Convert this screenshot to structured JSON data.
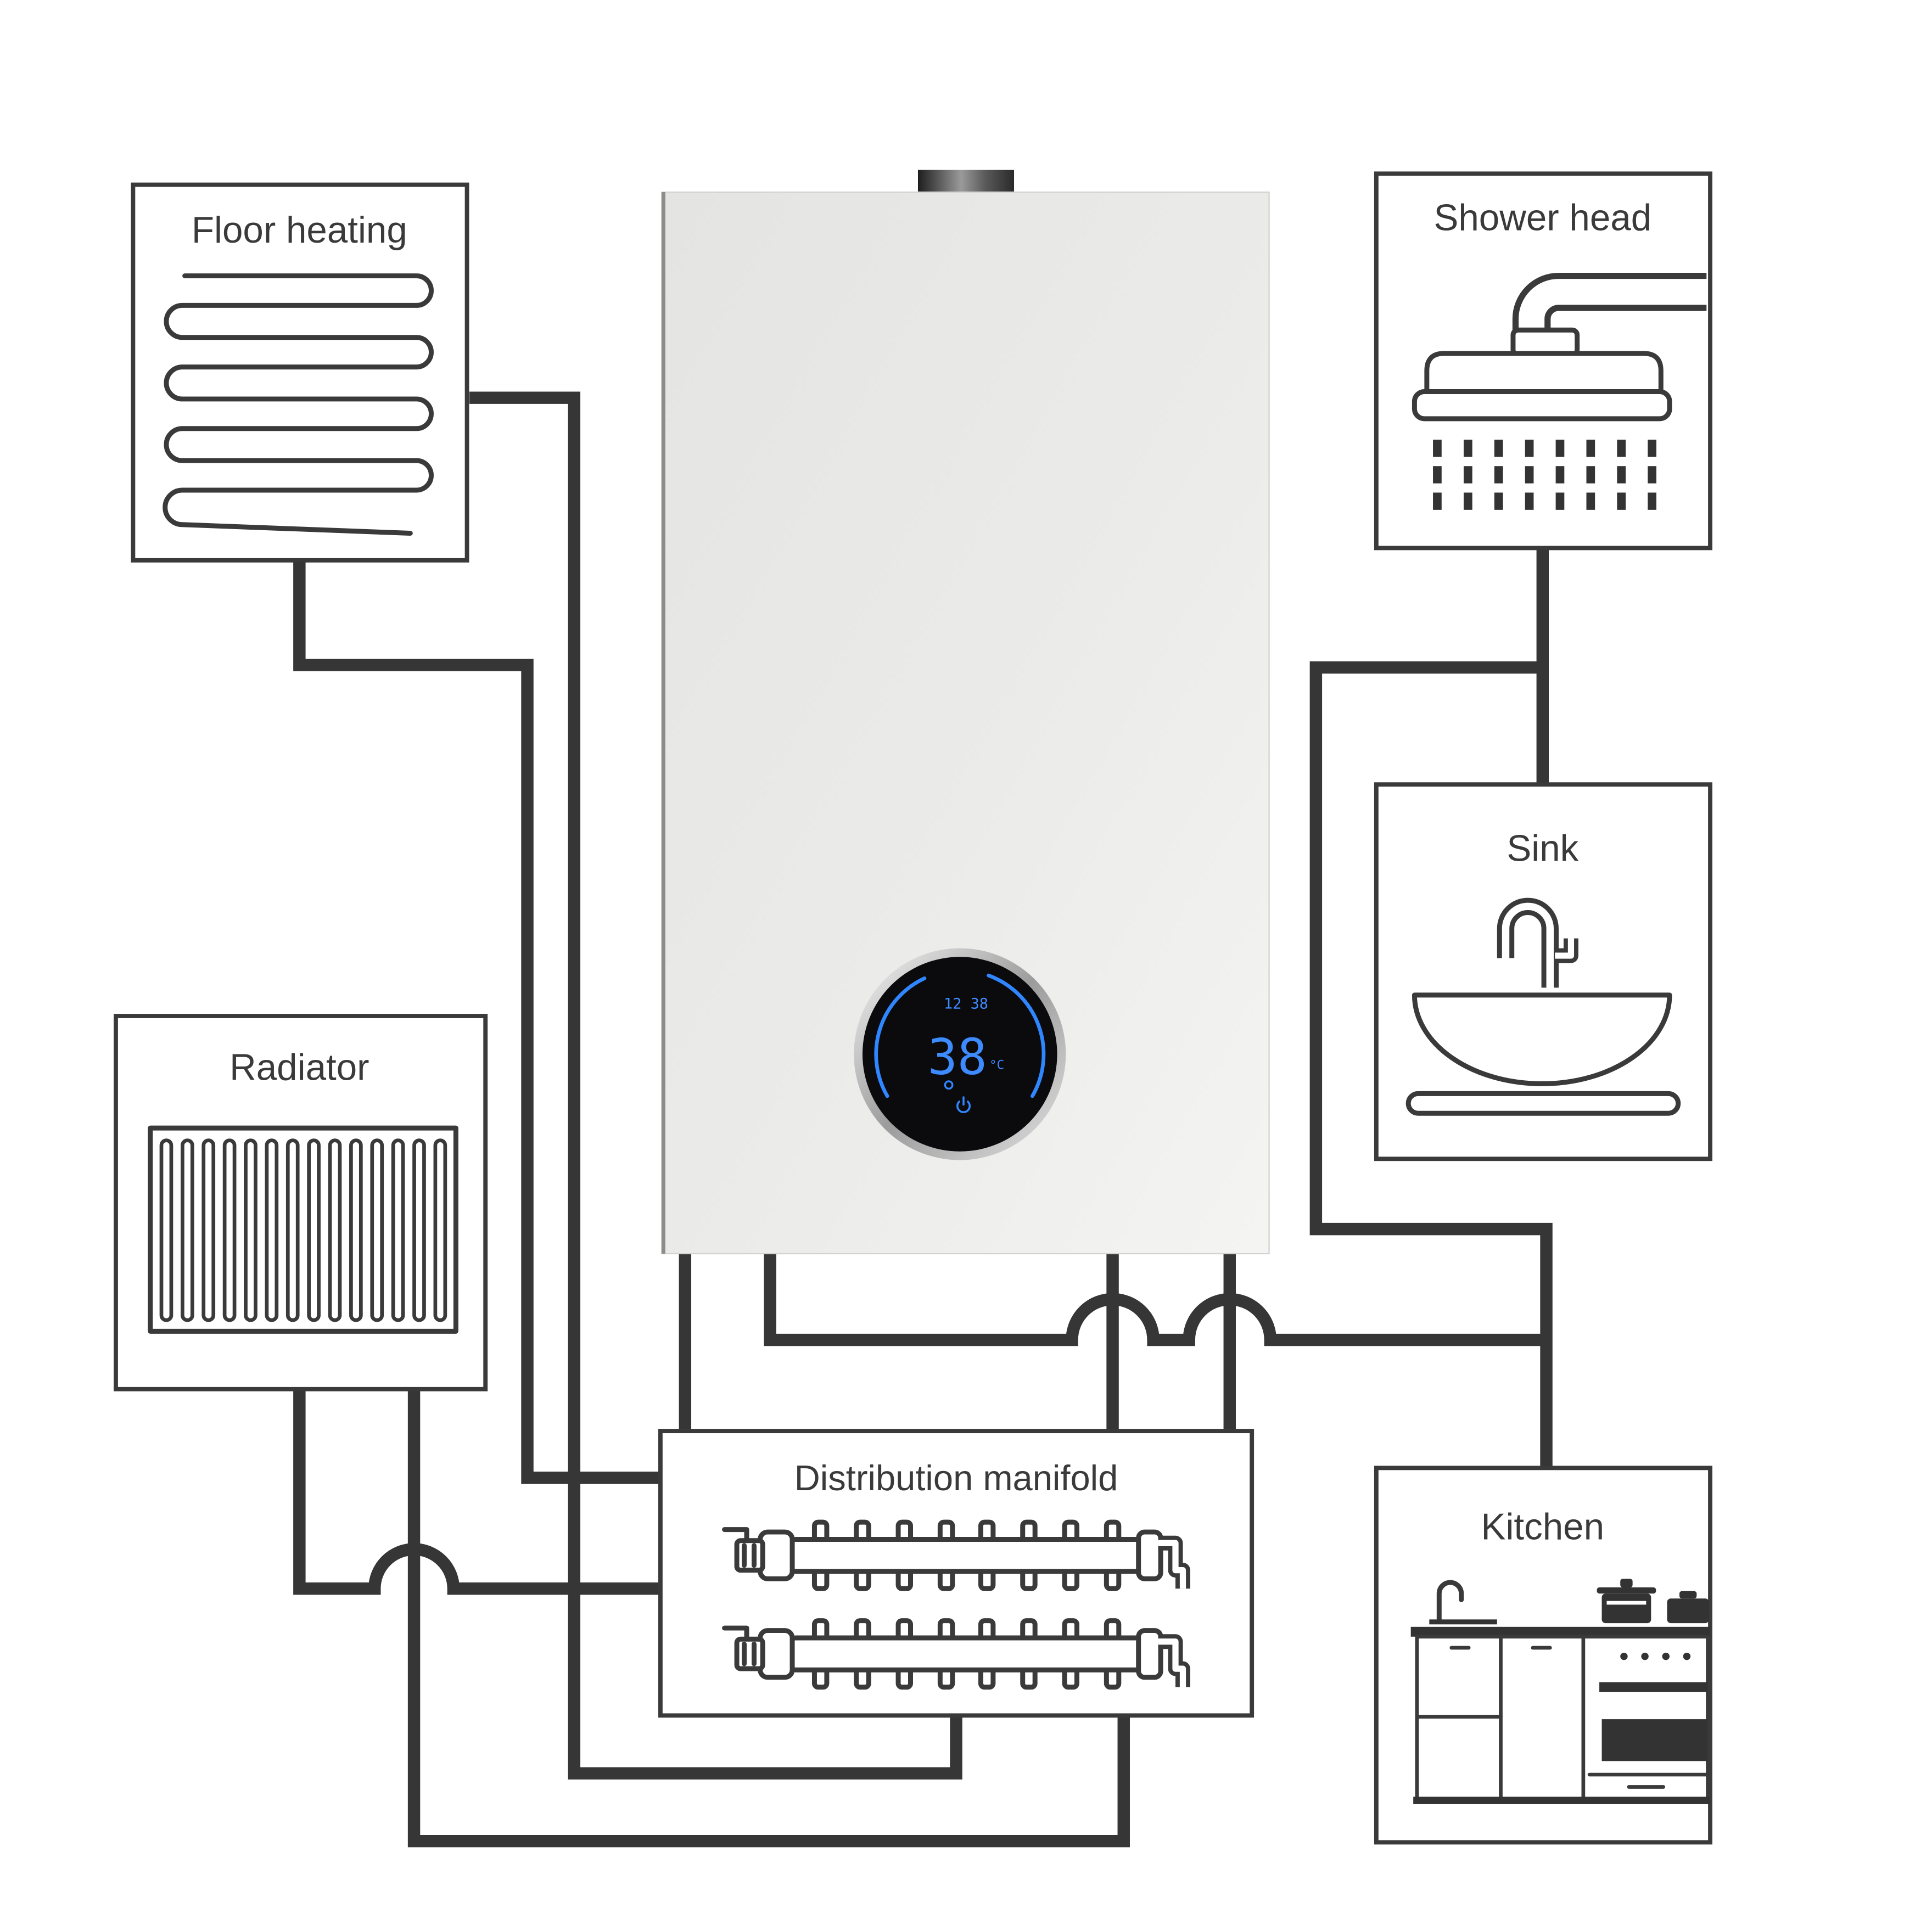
{
  "diagram": {
    "boiler": {
      "icon": "wall-boiler-icon",
      "display": {
        "time": "12 38",
        "temperature": "38",
        "unit": "°C",
        "mode_icon": "mode-indicator-icon",
        "power_icon": "power-icon"
      }
    },
    "nodes": {
      "floor_heating": {
        "label": "Floor heating",
        "icon": "underfloor-coil-icon"
      },
      "radiator": {
        "label": "Radiator",
        "icon": "radiator-icon"
      },
      "manifold": {
        "label": "Distribution manifold",
        "icon": "manifold-icon"
      },
      "shower": {
        "label": "Shower head",
        "icon": "shower-head-icon"
      },
      "sink": {
        "label": "Sink",
        "icon": "sink-faucet-icon"
      },
      "kitchen": {
        "label": "Kitchen",
        "icon": "kitchen-icon"
      }
    }
  },
  "colors": {
    "pipe": "#363636",
    "outline": "#3a3a3a",
    "boiler_body": "#ebebe9",
    "display_bezel": "#0b0b0d",
    "display_accent": "#3d8bff"
  }
}
